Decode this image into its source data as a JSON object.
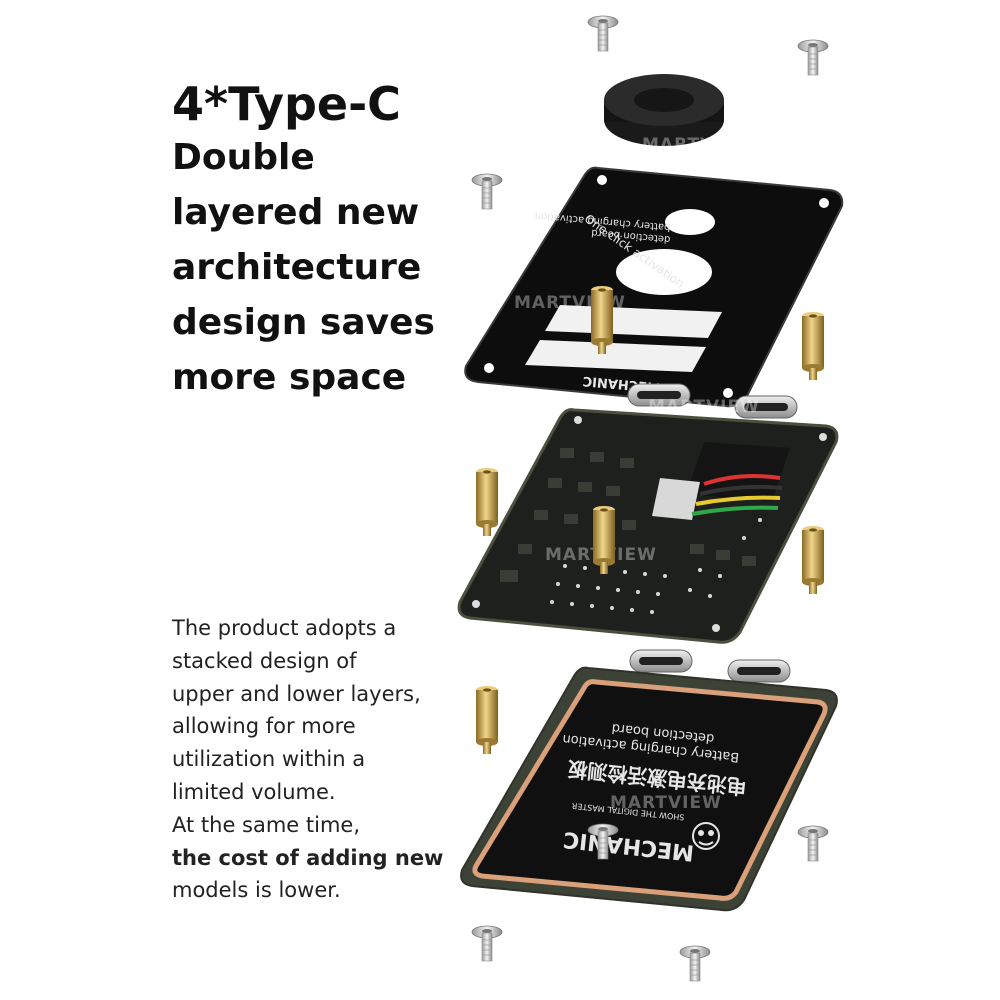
{
  "headline": {
    "title": "4*Type-C",
    "lines": [
      "Double",
      "layered new",
      "architecture",
      "design saves",
      "more space"
    ]
  },
  "description": {
    "lines": [
      "The product adopts a",
      "stacked design of",
      "upper and lower layers,",
      "allowing for more",
      "utilization within a",
      "limited volume.",
      "At the same time,",
      "the cost of adding new",
      "models is lower."
    ]
  },
  "watermark": "MARTVIEW",
  "top_plate": {
    "text_lines": [
      "battery charging activation",
      "detection board",
      "One click activation",
      "MECHANIC"
    ]
  },
  "bottom_plate": {
    "title_cn": "电池充电激活检测板",
    "subtitle_line1": "Battery charging activation",
    "subtitle_line2": "detection board",
    "brand": "MECHANIC",
    "tagline": "SHOW THE DIGITAL MASTER"
  },
  "colors": {
    "plate": "#111111",
    "pcb": "#1e201d",
    "brass": "#c9a24a",
    "copper_edge": "#d9a07a"
  }
}
